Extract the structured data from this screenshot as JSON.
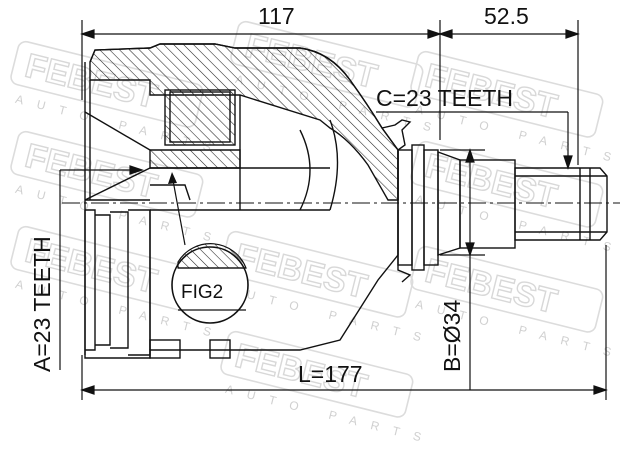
{
  "dimensions": {
    "top_length": "117",
    "top_right_length": "52.5",
    "spline_c": "C=23 TEETH",
    "spline_a": "A=23 TEETH",
    "diameter_b": "B=Ø34",
    "total_length": "L=177",
    "figure_ref": "FIG2"
  },
  "watermark": {
    "brand": "FEBEST",
    "sub": "AUTO PARTS"
  },
  "colors": {
    "line": "#111111",
    "hatch": "#222222",
    "watermark": "#d8d8d8"
  }
}
